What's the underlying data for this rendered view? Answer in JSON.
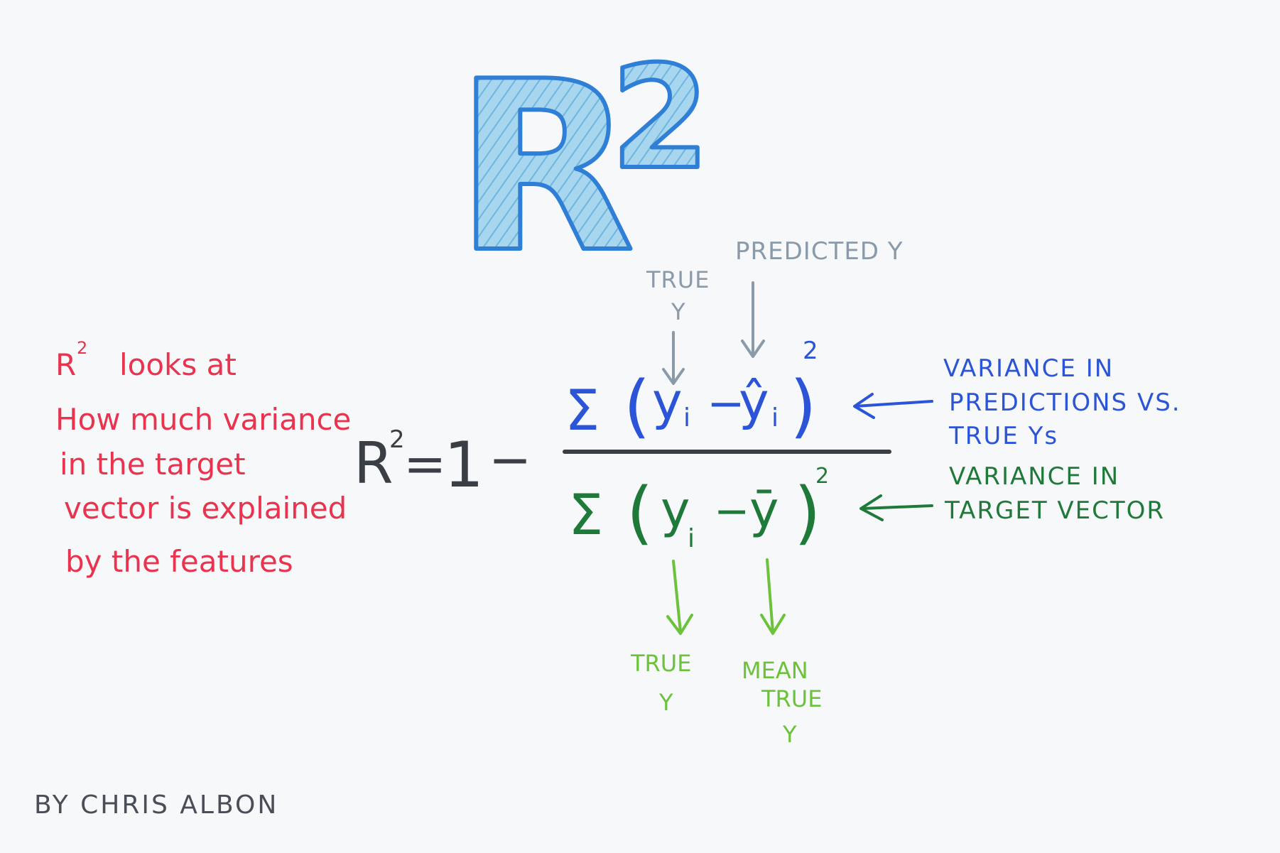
{
  "title": {
    "base": "R",
    "exponent": "2"
  },
  "labels": {
    "predicted_y": "PREDICTED Y",
    "true_y_top_line1": "TRUE",
    "true_y_top_line2": "Y",
    "variance_predictions_line1": "VARIANCE IN",
    "variance_predictions_line2": "PREDICTIONS VS.",
    "variance_predictions_line3": "TRUE Ys",
    "variance_target_line1": "VARIANCE IN",
    "variance_target_line2": "TARGET VECTOR",
    "true_y_bottom_line1": "TRUE",
    "true_y_bottom_line2": "Y",
    "mean_true_y_line1": "MEAN",
    "mean_true_y_line2": "TRUE",
    "mean_true_y_line3": "Y"
  },
  "description": {
    "line1_sup": "2",
    "line1_base": "R",
    "line1_rest": "looks at",
    "line2": "How much variance",
    "line3": "in the target",
    "line4": "vector is explained",
    "line5": "by the features"
  },
  "formula": {
    "lhs_base": "R",
    "lhs_exp": "2",
    "equals": "=",
    "one": "1",
    "minus": "−",
    "numerator": {
      "sigma": "Σ",
      "open": "(",
      "y": "y",
      "sub_i": "i",
      "minus": "−",
      "yhat": "ŷ",
      "sub_i2": "i",
      "close": ")",
      "exp": "2"
    },
    "denominator": {
      "sigma": "Σ",
      "open": "(",
      "y": "y",
      "sub_i": "i",
      "minus": "−",
      "ybar": "ȳ",
      "close": ")",
      "exp": "2"
    }
  },
  "byline": "BY CHRIS ALBON",
  "colors": {
    "title_fill": "#a8d6ee",
    "title_stroke": "#2f7fd6",
    "gray_label": "#8a9aa8",
    "red_text": "#e8344e",
    "blue_text": "#2b55d6",
    "green_text": "#1f7a3a",
    "light_green_text": "#6cc23a",
    "formula_dark": "#3a3f45",
    "byline": "#4a4e57"
  },
  "icons": {
    "arrow": "hand-drawn-arrow"
  }
}
